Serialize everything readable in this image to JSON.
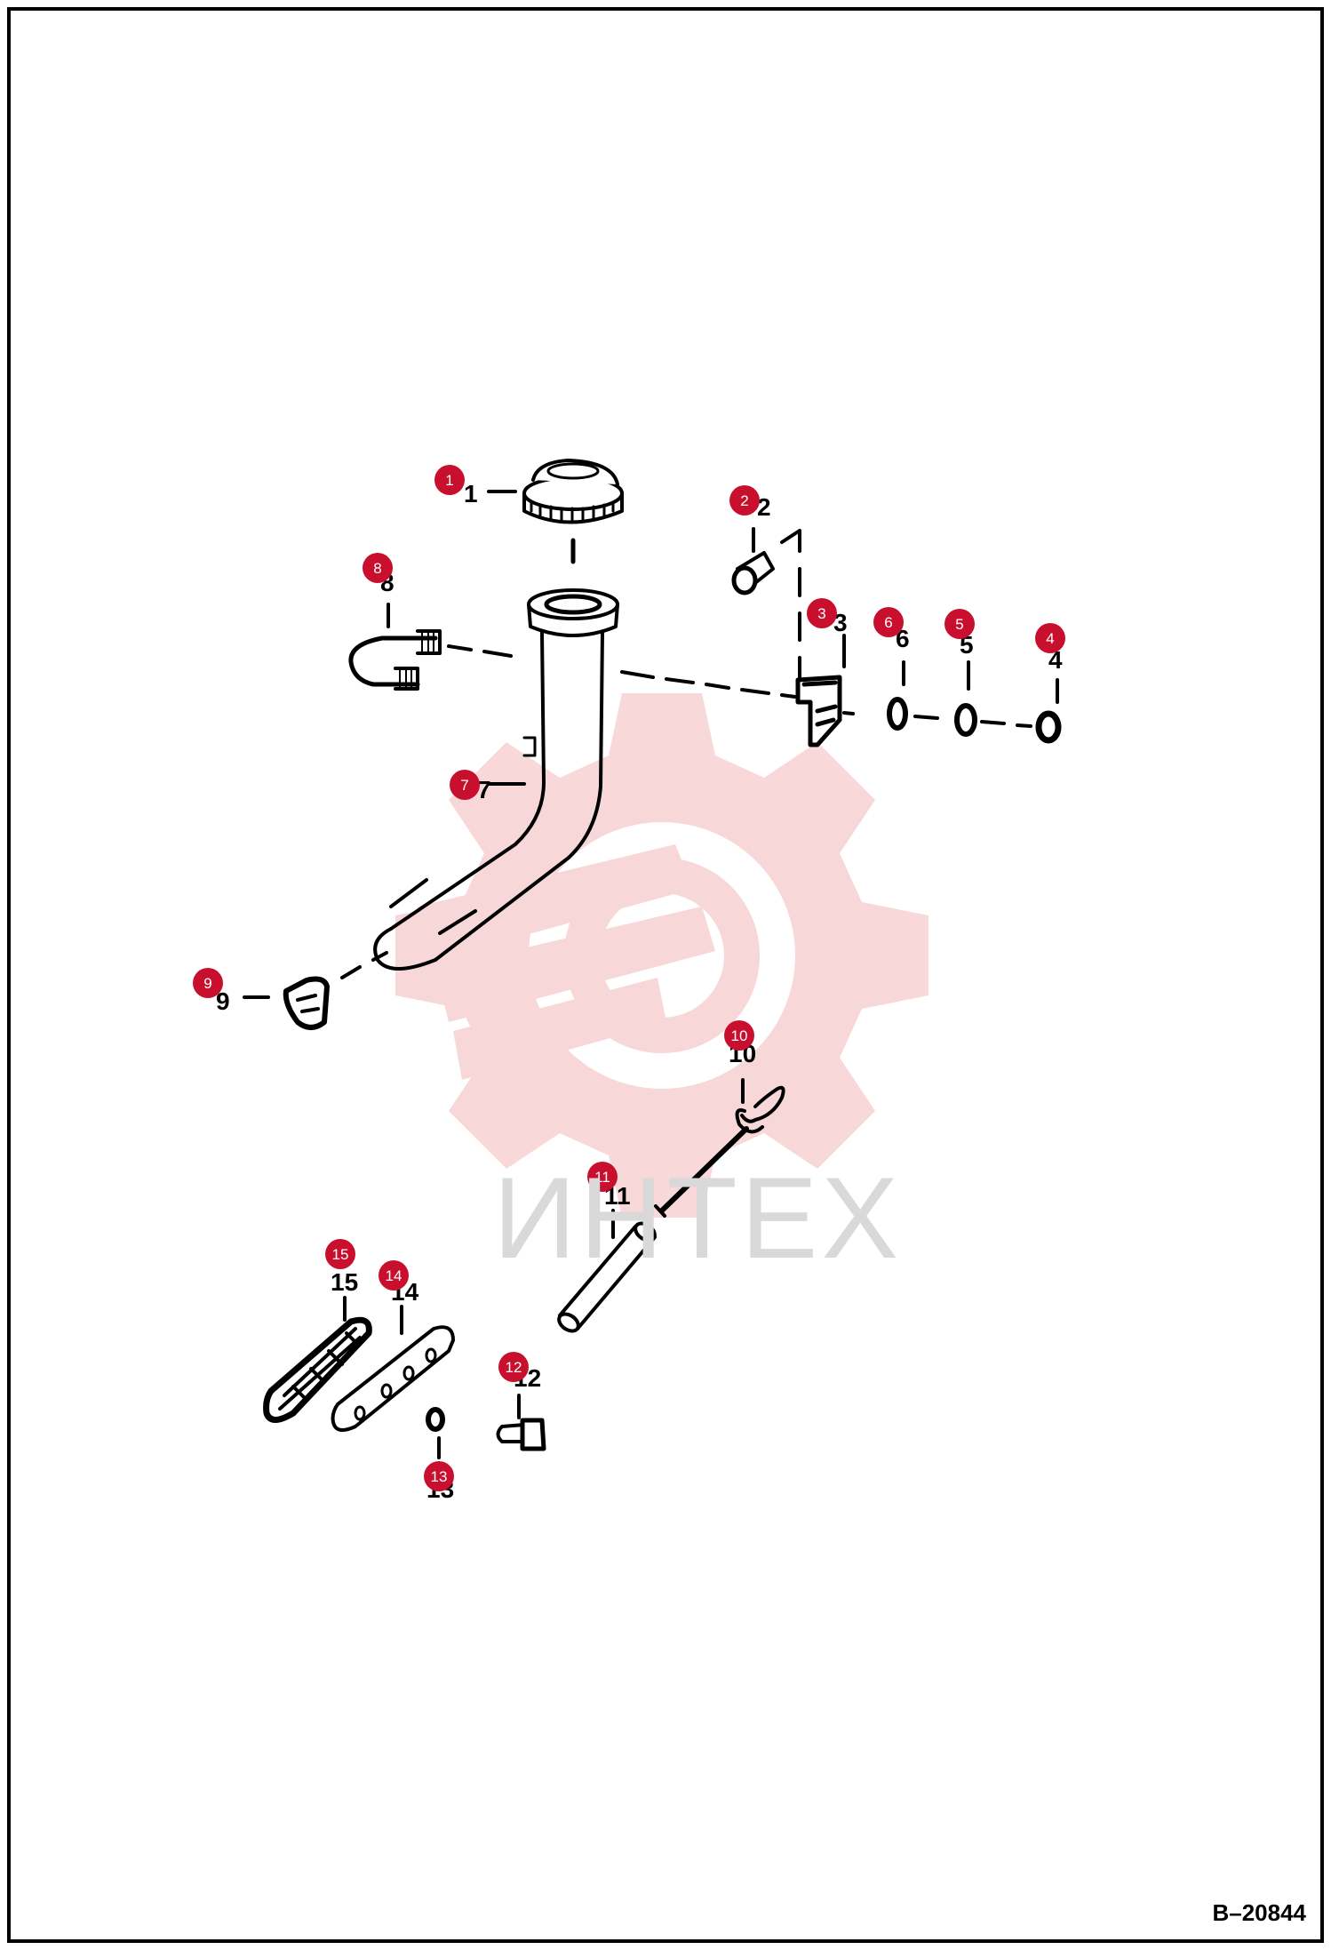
{
  "drawing_number": "B–20844",
  "watermark": "ИНТЕХ",
  "colors": {
    "badge": "#c8102e",
    "watermark": "#f2b8b8",
    "line": "#000000"
  },
  "parts": [
    {
      "id": "1",
      "label": "1",
      "badge": "1"
    },
    {
      "id": "2",
      "label": "2",
      "badge": "2"
    },
    {
      "id": "3",
      "label": "3",
      "badge": "3"
    },
    {
      "id": "4",
      "label": "4",
      "badge": "4"
    },
    {
      "id": "5",
      "label": "5",
      "badge": "5"
    },
    {
      "id": "6",
      "label": "6",
      "badge": "6"
    },
    {
      "id": "7",
      "label": "7",
      "badge": "7"
    },
    {
      "id": "8",
      "label": "8",
      "badge": "8"
    },
    {
      "id": "9",
      "label": "9",
      "badge": "9"
    },
    {
      "id": "10",
      "label": "10",
      "badge": "10"
    },
    {
      "id": "11",
      "label": "11",
      "badge": "11"
    },
    {
      "id": "12",
      "label": "12",
      "badge": "12"
    },
    {
      "id": "13",
      "label": "13",
      "badge": "13"
    },
    {
      "id": "14",
      "label": "14",
      "badge": "14"
    },
    {
      "id": "15",
      "label": "15",
      "badge": "15"
    }
  ]
}
